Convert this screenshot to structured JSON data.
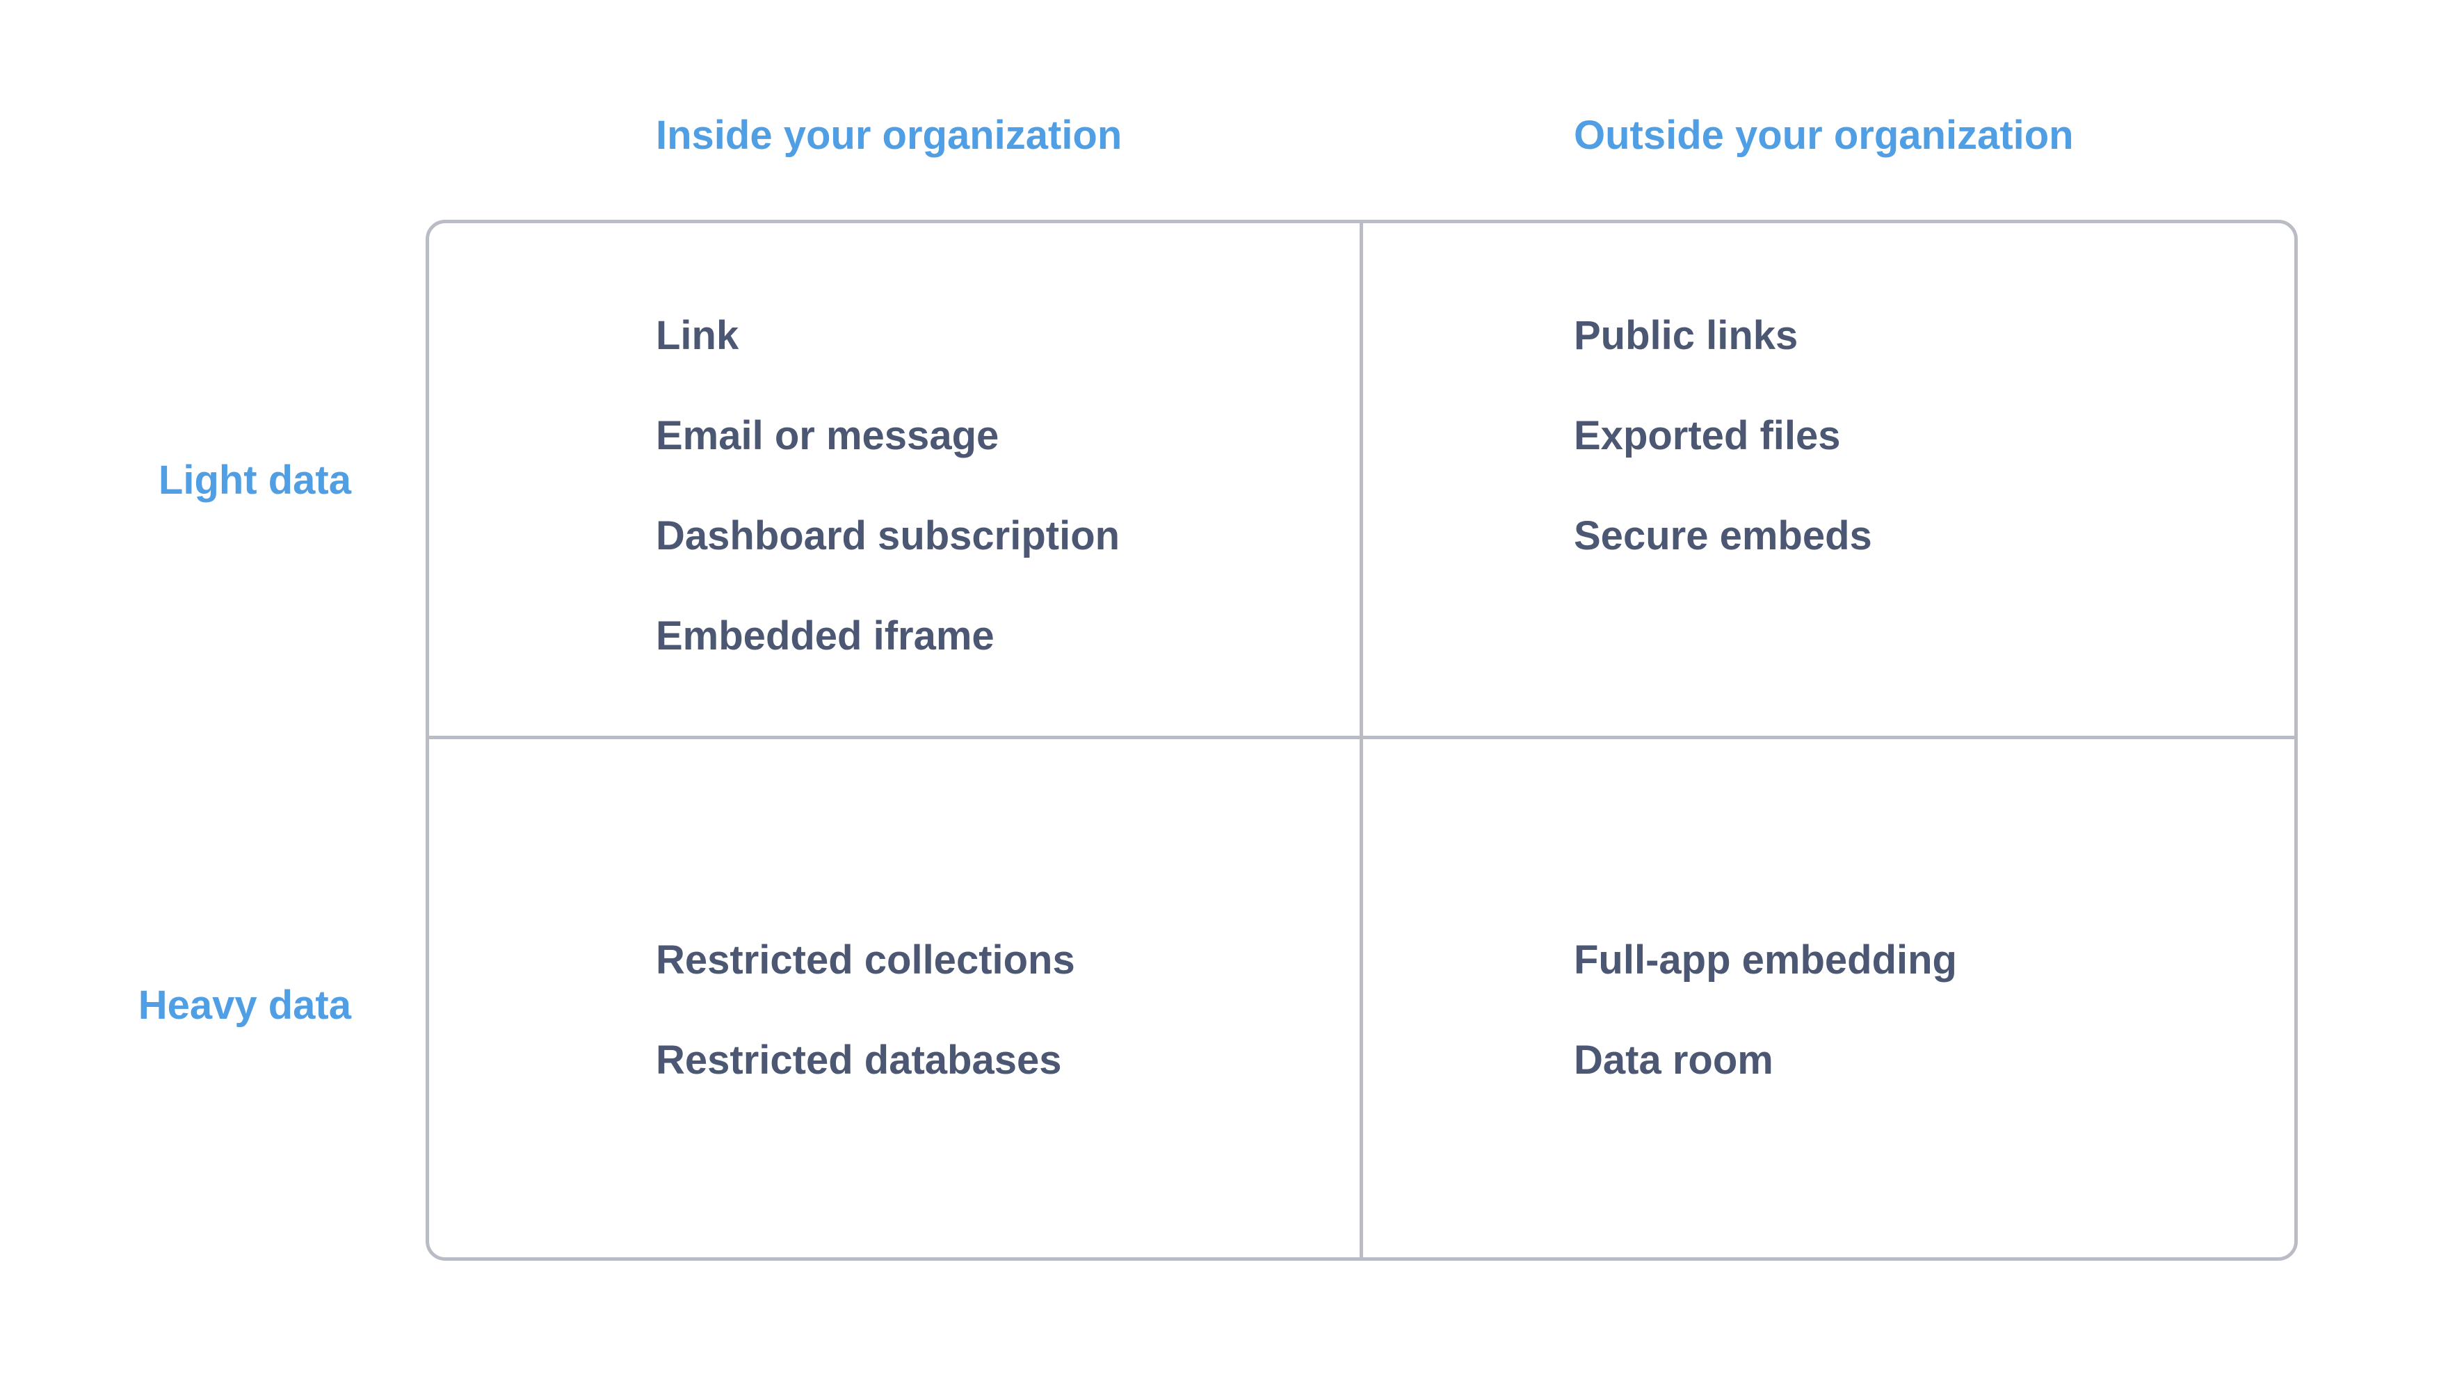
{
  "matrix": {
    "column_headers": [
      "Inside your organization",
      "Outside your organization"
    ],
    "row_labels": [
      "Light data",
      "Heavy data"
    ],
    "quadrants": {
      "light_inside": {
        "items": [
          "Link",
          "Email or message",
          "Dashboard subscription",
          "Embedded iframe"
        ]
      },
      "light_outside": {
        "items": [
          "Public links",
          "Exported files",
          "Secure embeds"
        ]
      },
      "heavy_inside": {
        "items": [
          "Restricted collections",
          "Restricted databases"
        ]
      },
      "heavy_outside": {
        "items": [
          "Full-app embedding",
          "Data room"
        ]
      }
    },
    "colors": {
      "accent_blue": "#509EE3",
      "text_dark": "#4C5773",
      "grid_line": "#B9BCC4",
      "background": "#FFFFFF"
    }
  }
}
